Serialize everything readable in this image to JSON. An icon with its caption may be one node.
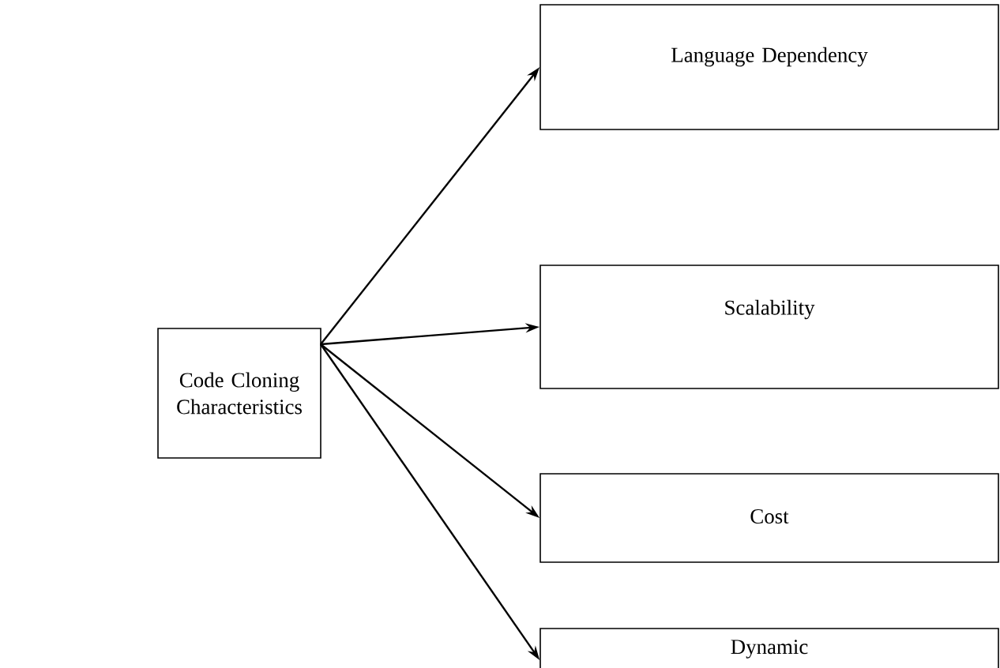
{
  "diagram": {
    "nodes": [
      {
        "text": [
          "Code Cloning Characteristics"
        ]
      },
      {
        "text": [
          "Language Dependency"
        ]
      },
      {
        "text": [
          "Scalability"
        ]
      },
      {
        "text": [
          "Cost"
        ]
      },
      {
        "text": [
          "Dynamic"
        ]
      }
    ],
    "edges": [
      {
        "from": 0,
        "to": 1,
        "arrow": "to"
      },
      {
        "from": 0,
        "to": 2,
        "arrow": "to"
      },
      {
        "from": 0,
        "to": 3,
        "arrow": "to"
      },
      {
        "from": 0,
        "to": 4,
        "arrow": "to"
      }
    ]
  }
}
